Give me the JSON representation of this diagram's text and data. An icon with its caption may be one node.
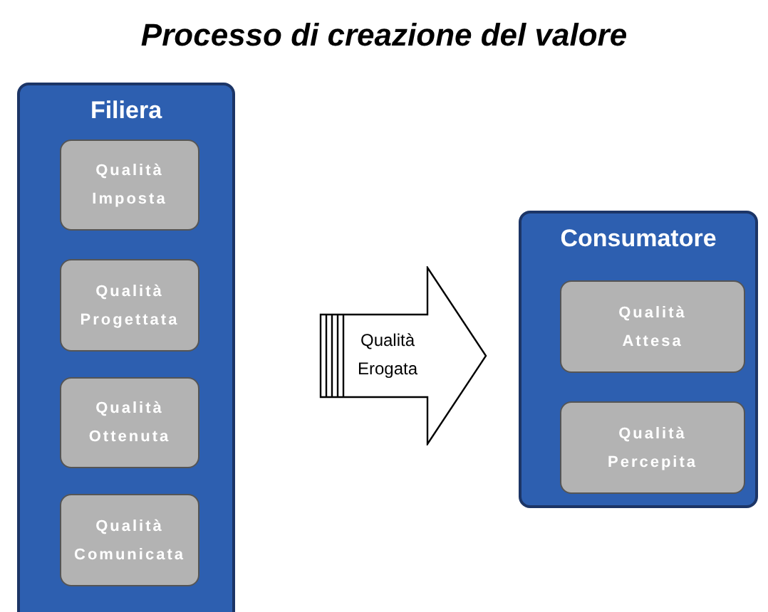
{
  "diagram": {
    "title": "Processo di creazione del valore",
    "nodes": [
      {
        "text": [
          "Filiera"
        ]
      },
      {
        "text": [
          "Qualità Imposta"
        ],
        "in": 0
      },
      {
        "text": [
          "Qualità Progettata"
        ],
        "in": 0
      },
      {
        "text": [
          "Qualità Ottenuta"
        ],
        "in": 0
      },
      {
        "text": [
          "Qualità Comunicata"
        ],
        "in": 0
      },
      {
        "text": [
          "Consumatore"
        ]
      },
      {
        "text": [
          "Qualità Attesa"
        ],
        "in": 5
      },
      {
        "text": [
          "Qualità Percepita"
        ],
        "in": 5
      },
      {
        "text": [
          "Qualità Erogata"
        ]
      }
    ]
  }
}
